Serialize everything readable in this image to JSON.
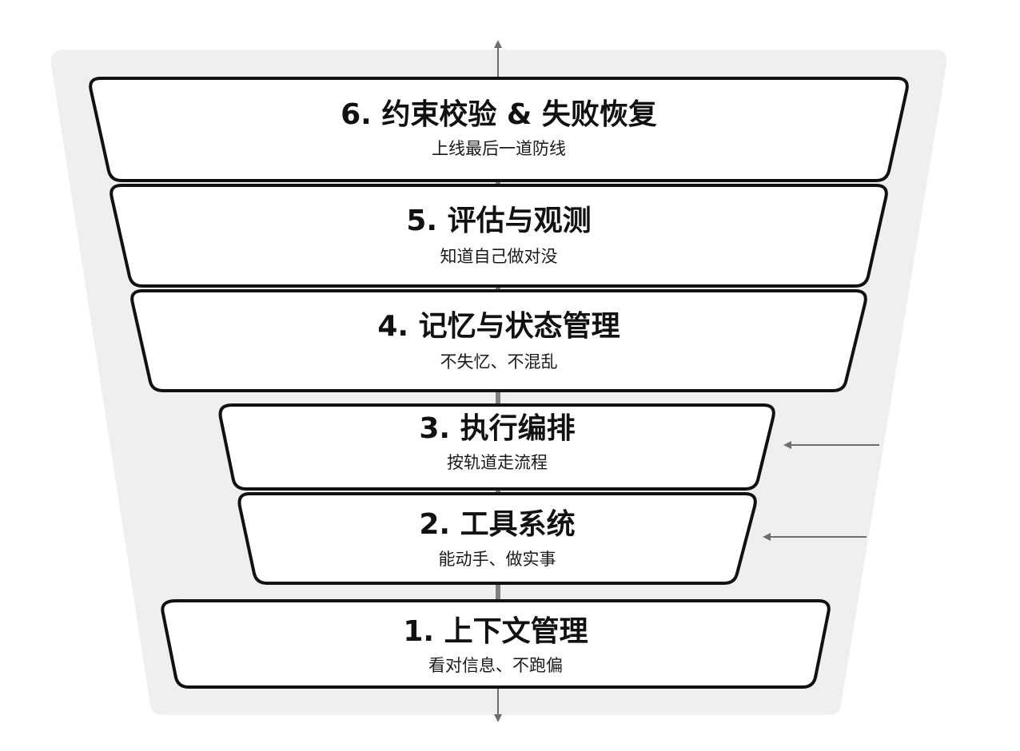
{
  "diagram": {
    "layers": [
      {
        "title": "6. 约束校验 & 失败恢复",
        "subtitle": "上线最后一道防线"
      },
      {
        "title": "5. 评估与观测",
        "subtitle": "知道自己做对没"
      },
      {
        "title": "4. 记忆与状态管理",
        "subtitle": "不失忆、不混乱"
      },
      {
        "title": "3. 执行编排",
        "subtitle": "按轨道走流程"
      },
      {
        "title": "2. 工具系统",
        "subtitle": "能动手、做实事"
      },
      {
        "title": "1. 上下文管理",
        "subtitle": "看对信息、不跑偏"
      }
    ],
    "colors": {
      "background_panel": "#efefef",
      "layer_fill": "#ffffff",
      "layer_stroke": "#111111",
      "connector": "#808080",
      "arrow": "#6e6e6e"
    }
  }
}
